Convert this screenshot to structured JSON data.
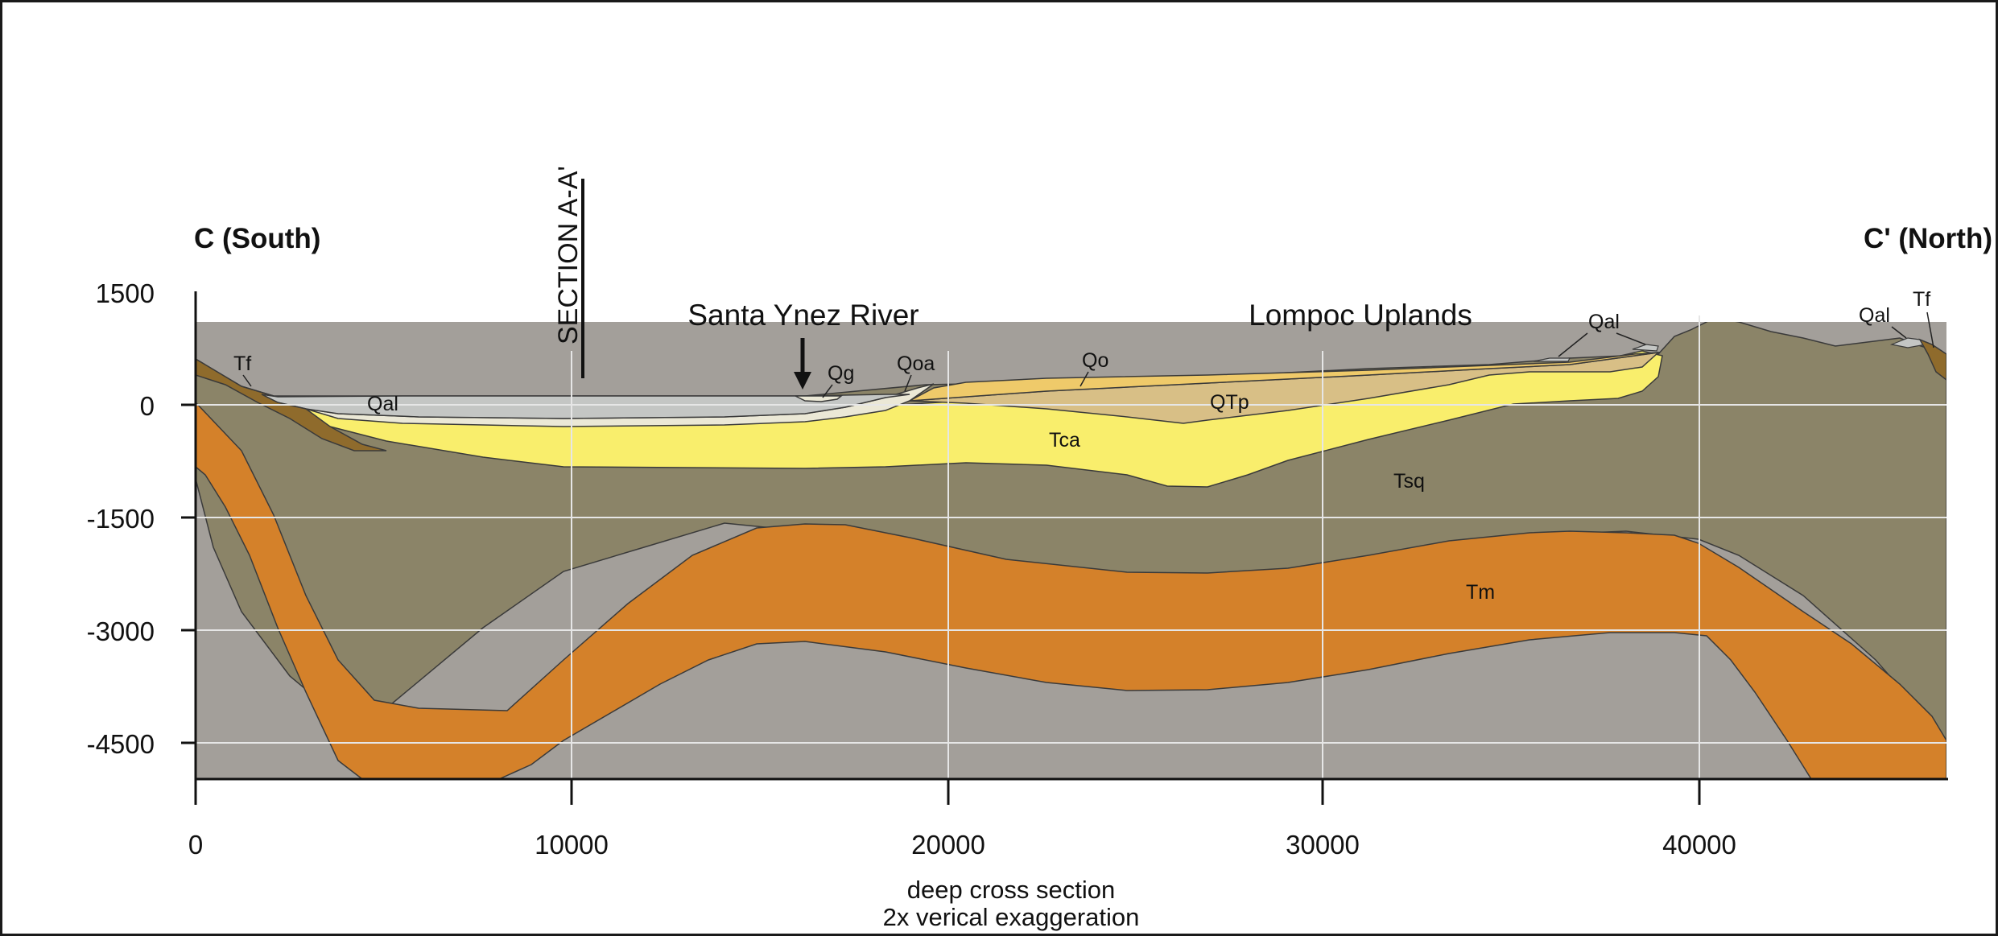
{
  "section": {
    "left_label": "C (South)",
    "right_label": "C' (North)",
    "vertical_marker": "SECTION A-A'",
    "river_label": "Santa Ynez River",
    "uplands_label": "Lompoc Uplands",
    "caption_line1": "deep cross section",
    "caption_line2": "2x verical exaggeration"
  },
  "axes": {
    "y_ticks": [
      "1500",
      "0",
      "-1500",
      "-3000",
      "-4500"
    ],
    "x_ticks": [
      "0",
      "10000",
      "20000",
      "30000",
      "40000"
    ],
    "y_range": [
      -5000,
      1500
    ],
    "x_range": [
      0,
      46500
    ]
  },
  "units": {
    "Tf_left": "Tf",
    "Qal_left": "Qal",
    "Qg": "Qg",
    "Qoa": "Qoa",
    "Qo": "Qo",
    "QTp": "QTp",
    "Tca": "Tca",
    "Tsq": "Tsq",
    "Tm": "Tm",
    "Qal_mid": "Qal",
    "Qal_right": "Qal",
    "Tf_right": "Tf"
  },
  "colors": {
    "basement": "#a39f9a",
    "Tm": "#d4812a",
    "Tsq": "#8b8468",
    "Tca": "#f9ee6c",
    "QTp": "#d8bf86",
    "Qo": "#efca6a",
    "Qoa": "#ebe8d6",
    "Qal": "#c4c6c4",
    "Tf": "#8f6b2c",
    "grid": "#e6e6e6"
  }
}
